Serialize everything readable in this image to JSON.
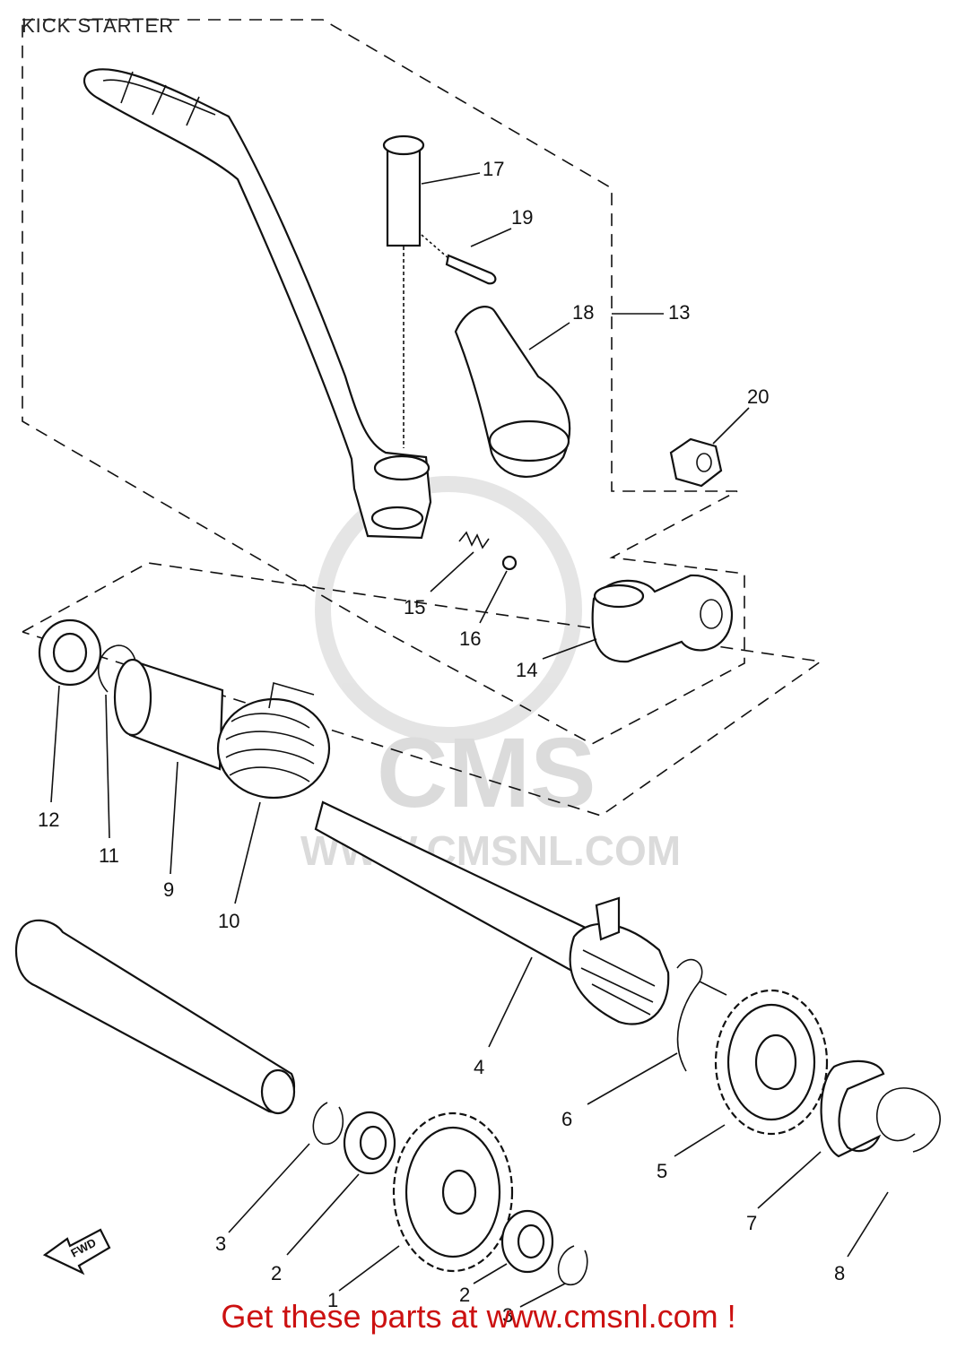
{
  "page": {
    "title": "KICK STARTER",
    "footer": "Get these parts at www.cmsnl.com !"
  },
  "watermark": {
    "brand": "CMS",
    "url": "WWW.CMSNL.COM"
  },
  "direction_tag": "FWD",
  "callouts": [
    {
      "id": "c1",
      "text": "1"
    },
    {
      "id": "c2a",
      "text": "2"
    },
    {
      "id": "c2b",
      "text": "2"
    },
    {
      "id": "c3a",
      "text": "3"
    },
    {
      "id": "c3b",
      "text": "3"
    },
    {
      "id": "c4",
      "text": "4"
    },
    {
      "id": "c5",
      "text": "5"
    },
    {
      "id": "c6",
      "text": "6"
    },
    {
      "id": "c7",
      "text": "7"
    },
    {
      "id": "c8",
      "text": "8"
    },
    {
      "id": "c9",
      "text": "9"
    },
    {
      "id": "c10",
      "text": "10"
    },
    {
      "id": "c11",
      "text": "11"
    },
    {
      "id": "c12",
      "text": "12"
    },
    {
      "id": "c13",
      "text": "13"
    },
    {
      "id": "c14",
      "text": "14"
    },
    {
      "id": "c15",
      "text": "15"
    },
    {
      "id": "c16",
      "text": "16"
    },
    {
      "id": "c17",
      "text": "17"
    },
    {
      "id": "c18",
      "text": "18"
    },
    {
      "id": "c19",
      "text": "19"
    },
    {
      "id": "c20",
      "text": "20"
    }
  ]
}
